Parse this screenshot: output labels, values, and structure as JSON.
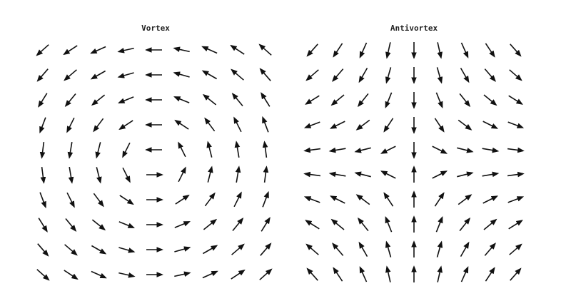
{
  "panels": [
    {
      "id": "vortex",
      "title": "Vortex",
      "field": "vortex"
    },
    {
      "id": "antivortex",
      "title": "Antivortex",
      "field": "antivortex"
    }
  ],
  "grid": {
    "rows": 10,
    "cols": 9
  },
  "colors": {
    "arrow": "#111111",
    "background": "#ffffff",
    "title": "#222222"
  }
}
